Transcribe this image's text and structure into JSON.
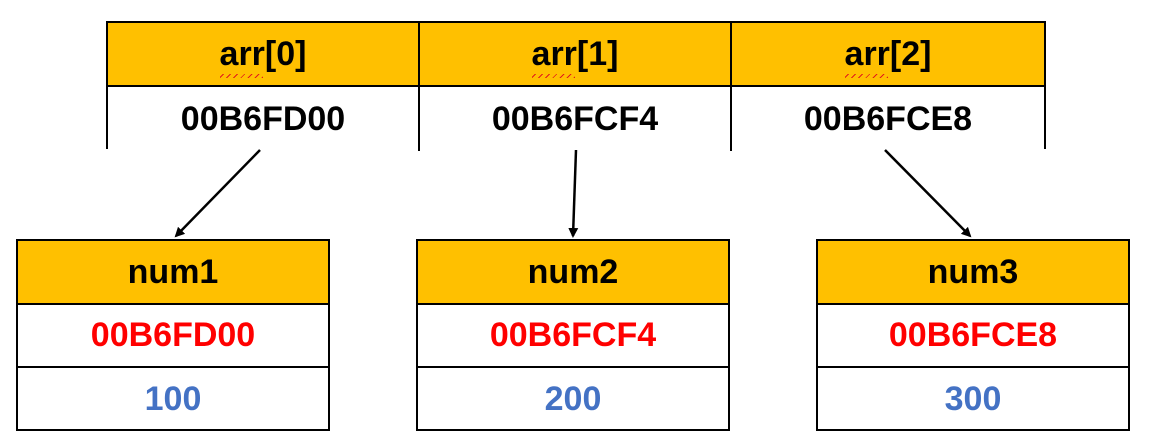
{
  "array": {
    "cells": [
      {
        "index_label": "arr[0]",
        "value": "00B6FD00"
      },
      {
        "index_label": "arr[1]",
        "value": "00B6FCF4"
      },
      {
        "index_label": "arr[2]",
        "value": "00B6FCE8"
      }
    ]
  },
  "variables": [
    {
      "name": "num1",
      "address": "00B6FD00",
      "value": "100"
    },
    {
      "name": "num2",
      "address": "00B6FCF4",
      "value": "200"
    },
    {
      "name": "num3",
      "address": "00B6FCE8",
      "value": "300"
    }
  ],
  "colors": {
    "header_fill": "#ffc000",
    "address_text": "#ff0000",
    "value_text": "#4472c4",
    "border": "#000000"
  }
}
